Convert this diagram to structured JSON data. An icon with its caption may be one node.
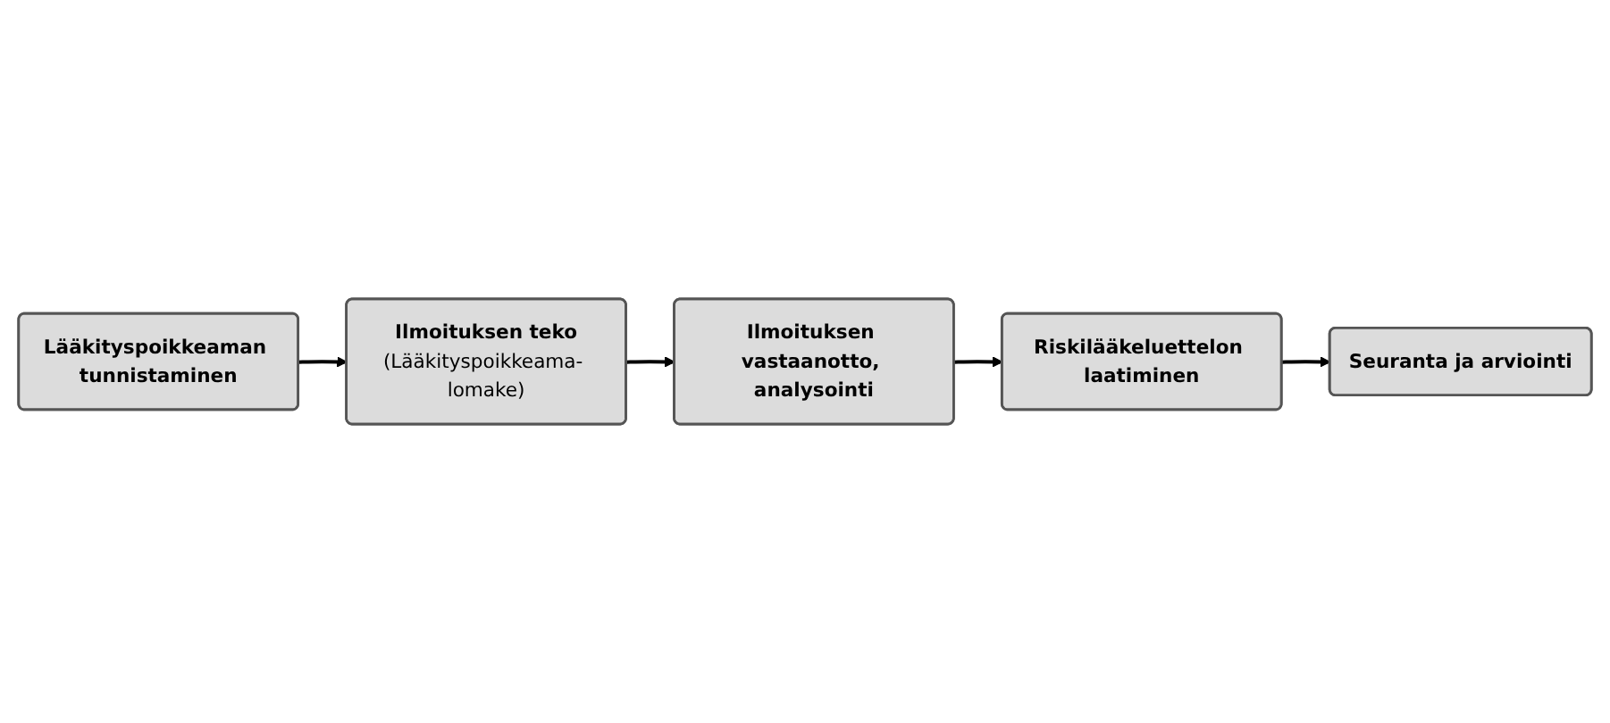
{
  "diagram": {
    "nodes": [
      {
        "text": [
          "Ilmoituksen teko",
          "(Lääkityspoikkeama- lomake)"
        ]
      },
      {
        "text": [
          "Riskilääkeluettelon laatiminen"
        ]
      },
      {
        "text": [
          "Lääkityspoikkeaman tunnistaminen"
        ]
      },
      {
        "text": [
          "Ilmoituksen vastaanotto, analysointi"
        ]
      },
      {
        "text": [
          "Seuranta ja arviointi"
        ]
      }
    ],
    "edges": [
      {
        "from": 2,
        "to": 0,
        "arrow": "to"
      },
      {
        "from": 0,
        "to": 3,
        "arrow": "to"
      },
      {
        "from": 3,
        "to": 1,
        "arrow": "to"
      },
      {
        "from": 1,
        "to": 4,
        "arrow": "to"
      }
    ]
  }
}
